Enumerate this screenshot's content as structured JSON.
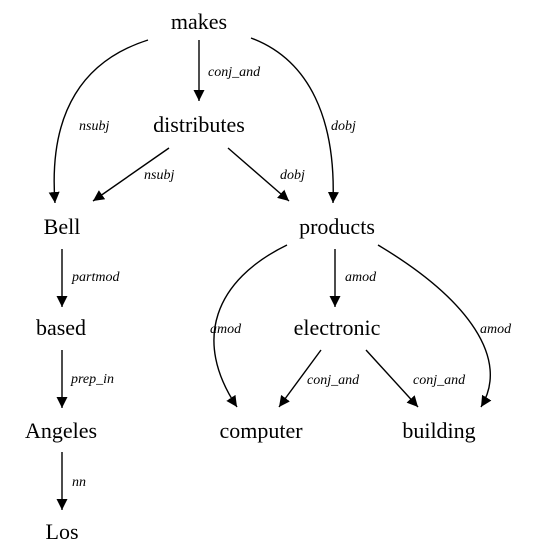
{
  "nodes": {
    "makes": "makes",
    "distributes": "distributes",
    "bell": "Bell",
    "products": "products",
    "based": "based",
    "electronic": "electronic",
    "angeles": "Angeles",
    "computer": "computer",
    "building": "building",
    "los": "Los"
  },
  "edges": {
    "makes_distributes": "conj_and",
    "makes_bell": "nsubj",
    "makes_products": "dobj",
    "distributes_bell": "nsubj",
    "distributes_products": "dobj",
    "bell_based": "partmod",
    "products_electronic": "amod",
    "products_computer": "amod",
    "products_building": "amod",
    "based_angeles": "prep_in",
    "electronic_computer": "conj_and",
    "electronic_building": "conj_and",
    "angeles_los": "nn"
  },
  "colors": {
    "stroke": "#000000",
    "text": "#000000",
    "background": "#ffffff"
  }
}
